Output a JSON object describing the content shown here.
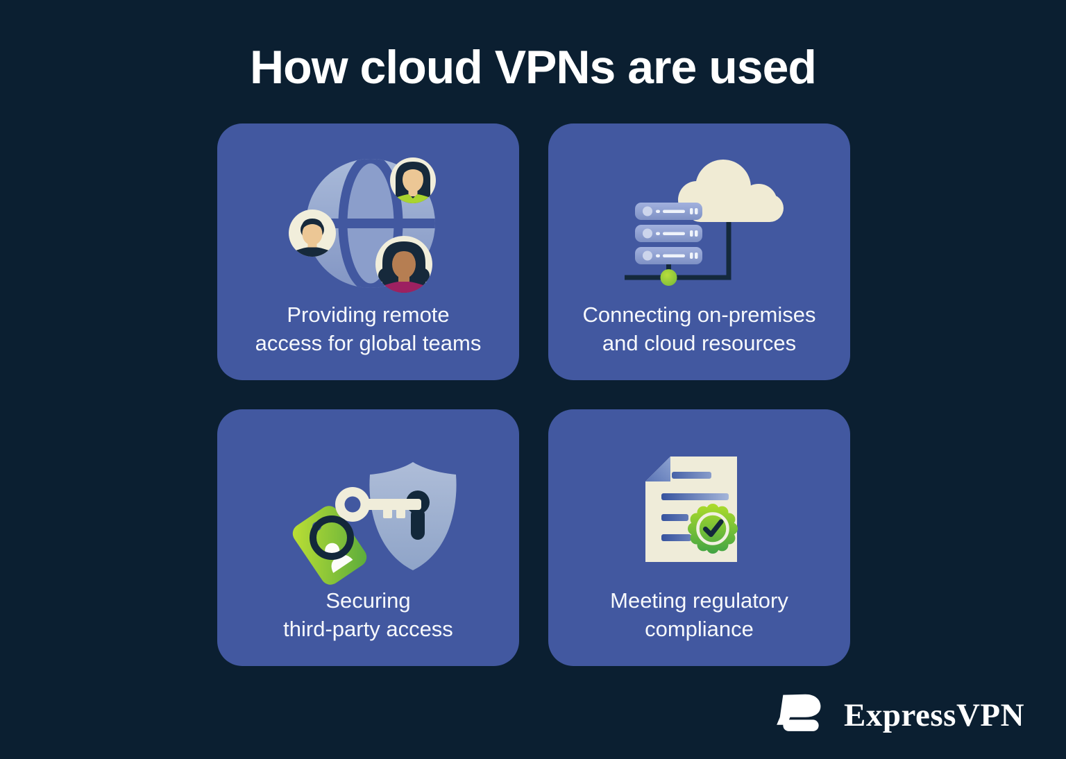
{
  "title": "How cloud VPNs are used",
  "cards": [
    {
      "id": "remote-access",
      "icon": "globe-users-icon",
      "label_lines": [
        "Providing remote",
        "access for global teams"
      ]
    },
    {
      "id": "cloud-resources",
      "icon": "server-cloud-icon",
      "label_lines": [
        "Connecting on-premises",
        "and cloud resources"
      ]
    },
    {
      "id": "third-party-access",
      "icon": "key-shield-icon",
      "label_lines": [
        "Securing",
        "third-party access"
      ]
    },
    {
      "id": "regulatory-compliance",
      "icon": "document-badge-icon",
      "label_lines": [
        "Meeting regulatory",
        "compliance"
      ]
    }
  ],
  "brand": {
    "name": "ExpressVPN"
  },
  "colors": {
    "background": "#0b1f31",
    "card": "#4258a0",
    "text": "#f7f9fc",
    "cream": "#f0edd9",
    "icon_navy": "#14293c",
    "lime": "#a9d42f",
    "green": "#5fae3d",
    "magenta": "#9d2161",
    "steel_blue": "#9bb0d3"
  }
}
